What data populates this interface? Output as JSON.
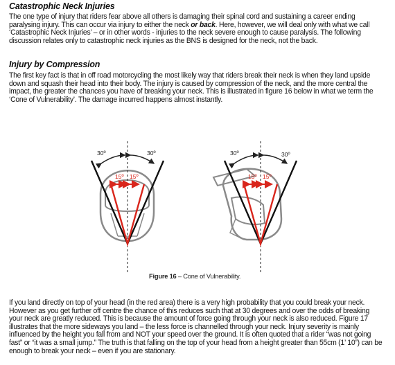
{
  "sections": {
    "catastrophic": {
      "heading": "Catastrophic Neck Injuries",
      "text_before": "The one type of injury that riders fear above all others is damaging their spinal cord and sustaining a career ending paralysing injury. This can occur via injury to either the neck ",
      "emphasis": "or back",
      "text_after": ". Here, however, we will deal only with what we call ‘Catastrophic Neck Injuries’ – or in other words - injuries to the neck severe enough to cause paralysis. The following discussion relates only to catastrophic neck injuries as the BNS is designed for the neck, not the back."
    },
    "compression": {
      "heading": "Injury by Compression",
      "text": "The first key fact is that in off road motorcycling the most likely way that riders break their neck is when they land upside down and squash their head into their body. The injury is caused by compression of the neck, and the more central the impact, the greater the chances you have of breaking your neck. This is illustrated in figure 16 below in what we term the ‘Cone of Vulnerability’. The damage incurred happens almost instantly."
    },
    "closing": {
      "text": "If you land directly on top of your head (in the red area) there is a very high probability that you could break your neck. However as you get further off centre the chance of this reduces such that at 30 degrees and over the odds of breaking your neck are greatly reduced. This is because the amount of force going through your neck is also reduced. Figure 17 illustrates that the more sideways you land – the less force is channelled through your neck. Injury severity is mainly influenced by the height you fall from and NOT your speed over the ground. It is often quoted that a rider “was not going fast” or “it was a small jump.” The truth is that falling on the top of your head from a height greater than 55cm (1’ 10”) can be enough to break your neck – even if you are stationary."
    }
  },
  "figure": {
    "caption_label": "Figure 16",
    "caption_text": " – Cone of Vulnerability.",
    "front_view": {
      "angle_outer_left": "30º",
      "angle_outer_right": "30º",
      "angle_inner_left": "15º",
      "angle_inner_right": "15º"
    },
    "side_view": {
      "angle_outer_left": "30º",
      "angle_outer_right": "30º",
      "angle_inner_left": "15º",
      "angle_inner_right": "15º"
    },
    "colors": {
      "danger": "#d9261c",
      "cone_outline": "#111111",
      "helmet": "#8a8a8a",
      "arrow": "#222222"
    }
  }
}
